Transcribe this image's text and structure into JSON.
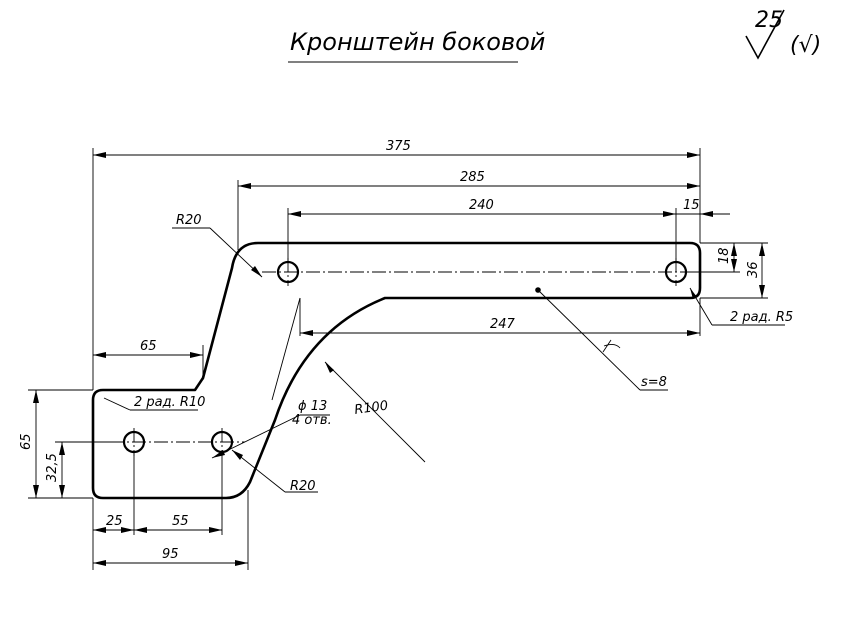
{
  "title": "Кронштейн боковой",
  "roughness": {
    "value": "25",
    "symbol": "(√)"
  },
  "dimensions": {
    "overall_length": "375",
    "arm_length": "285",
    "hole_spacing_top": "240",
    "end_offset": "15",
    "arm_width": "36",
    "hole_offset_top": "18",
    "lower_edge": "247",
    "step_width": "65",
    "height_total": "65",
    "hole_height": "32,5",
    "hole_left_offset": "25",
    "hole_spacing_bottom": "55",
    "base_width": "95"
  },
  "callouts": {
    "r20_top": "R20",
    "r20_bottom": "R20",
    "r100": "R100",
    "r10": "2 рад. R10",
    "r5": "2 рад. R5",
    "hole_dia": "ϕ 13",
    "hole_count": "4 отв.",
    "thickness": "s=8"
  }
}
